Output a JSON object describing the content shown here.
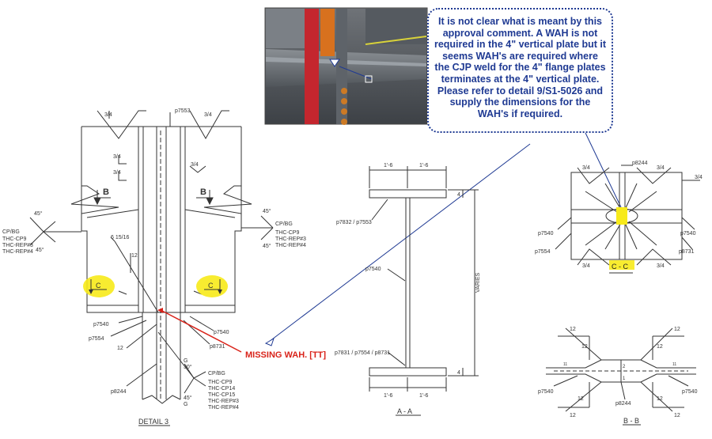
{
  "comment": {
    "lines": [
      "It is not clear what is meant by this",
      "approval comment.  A WAH is not",
      "required in the 4\" vertical plate but it",
      "seems WAH's are required where",
      "the CJP weld for the 4\" flange plates",
      "terminates at the 4\" vertical plate.",
      "Please refer to detail 9/S1-5026 and",
      "supply the dimensions for the",
      "WAH's if required."
    ]
  },
  "detail3": {
    "title": "DETAIL 3",
    "top_mark": "p7553",
    "weld_size": "3/4",
    "section_label": "B",
    "c_label": "C",
    "left_weld": {
      "top": "45°",
      "bottom": "45°",
      "notes": [
        "CP/BG",
        "THC-CP9",
        "THC-REP#3",
        "THC-REP#4"
      ]
    },
    "right_weld": {
      "top": "45°",
      "bottom": "45°",
      "notes": [
        "CP/BG",
        "THC-CP9",
        "THC-REP#3",
        "THC-REP#4"
      ]
    },
    "bottom_weld": {
      "g_top": "G",
      "angle_top": "30°",
      "angle_bottom": "45°",
      "g_bottom": "G",
      "notes": [
        "CP/BG",
        "THC-CP9",
        "THC-CP14",
        "THC-CP15",
        "THC-REP#3",
        "THC-REP#4"
      ]
    },
    "marks": {
      "p7540": "p7540",
      "p7554": "p7554",
      "p8731": "p8731",
      "p8244": "p8244"
    },
    "dims": {
      "radius": "6 15/16",
      "twelve": "12",
      "wah_dim": "12"
    },
    "missing": "MISSING WAH. [TT]"
  },
  "sectionAA": {
    "title": "A - A",
    "top_label": "p7832 / p7553",
    "mid_label": "p7540",
    "bottom_label": "p7831 / p7554 / p8731",
    "varies": "VARIES",
    "dims": [
      "1'-6",
      "1'-6",
      "1'-6",
      "1'-6"
    ],
    "flange_thk": "4"
  },
  "sectionCC": {
    "title": "C - C",
    "top_mark": "p8244",
    "weld_size": "3/4",
    "marks": {
      "left": "p7540",
      "left2": "p7554",
      "right": "p7540",
      "right2": "p8731"
    }
  },
  "sectionBB": {
    "title": "B - B",
    "twelve": "12",
    "marks": {
      "left": "p7540",
      "center": "p8244",
      "right": "p7540"
    },
    "small": {
      "a": "11",
      "b": "2",
      "c": "1"
    }
  },
  "colors": {
    "callout": "#1f3a93",
    "highlight": "#f7ea1a",
    "missing": "#d9231a",
    "photo_red": "#c4262e",
    "photo_orange": "#d8711e"
  }
}
